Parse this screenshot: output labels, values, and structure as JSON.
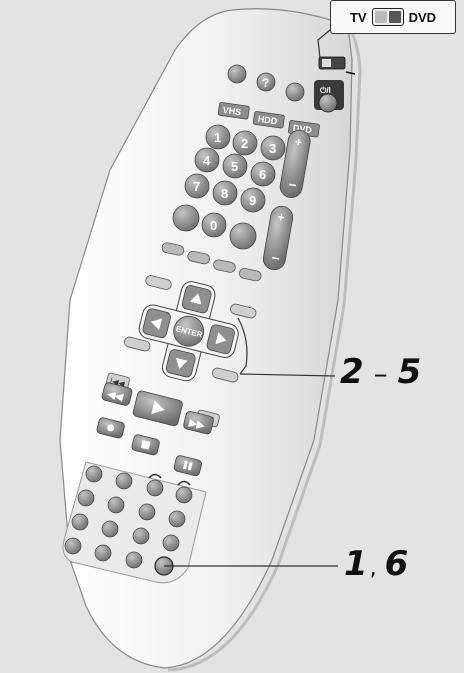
{
  "switch": {
    "left_label": "TV",
    "right_label": "DVD"
  },
  "remote": {
    "power_label": "⏻/I",
    "source_buttons": [
      "VHS",
      "HDD",
      "DVD"
    ],
    "number_keys": [
      "1",
      "2",
      "3",
      "4",
      "5",
      "6",
      "7",
      "8",
      "9",
      "0"
    ],
    "enter_label": "ENTER",
    "help_label": "?"
  },
  "callouts": [
    {
      "id": "steps-2-5",
      "from": "2",
      "separator": "–",
      "to": "5"
    },
    {
      "id": "steps-1-6",
      "from": "1",
      "separator": ",",
      "to": "6"
    }
  ],
  "colors": {
    "background": "#e3e3e3",
    "remote_body": "#f4f4f4",
    "button_dark": "#8a8a8a",
    "button_light": "#cfcfcf",
    "line": "#333333"
  }
}
